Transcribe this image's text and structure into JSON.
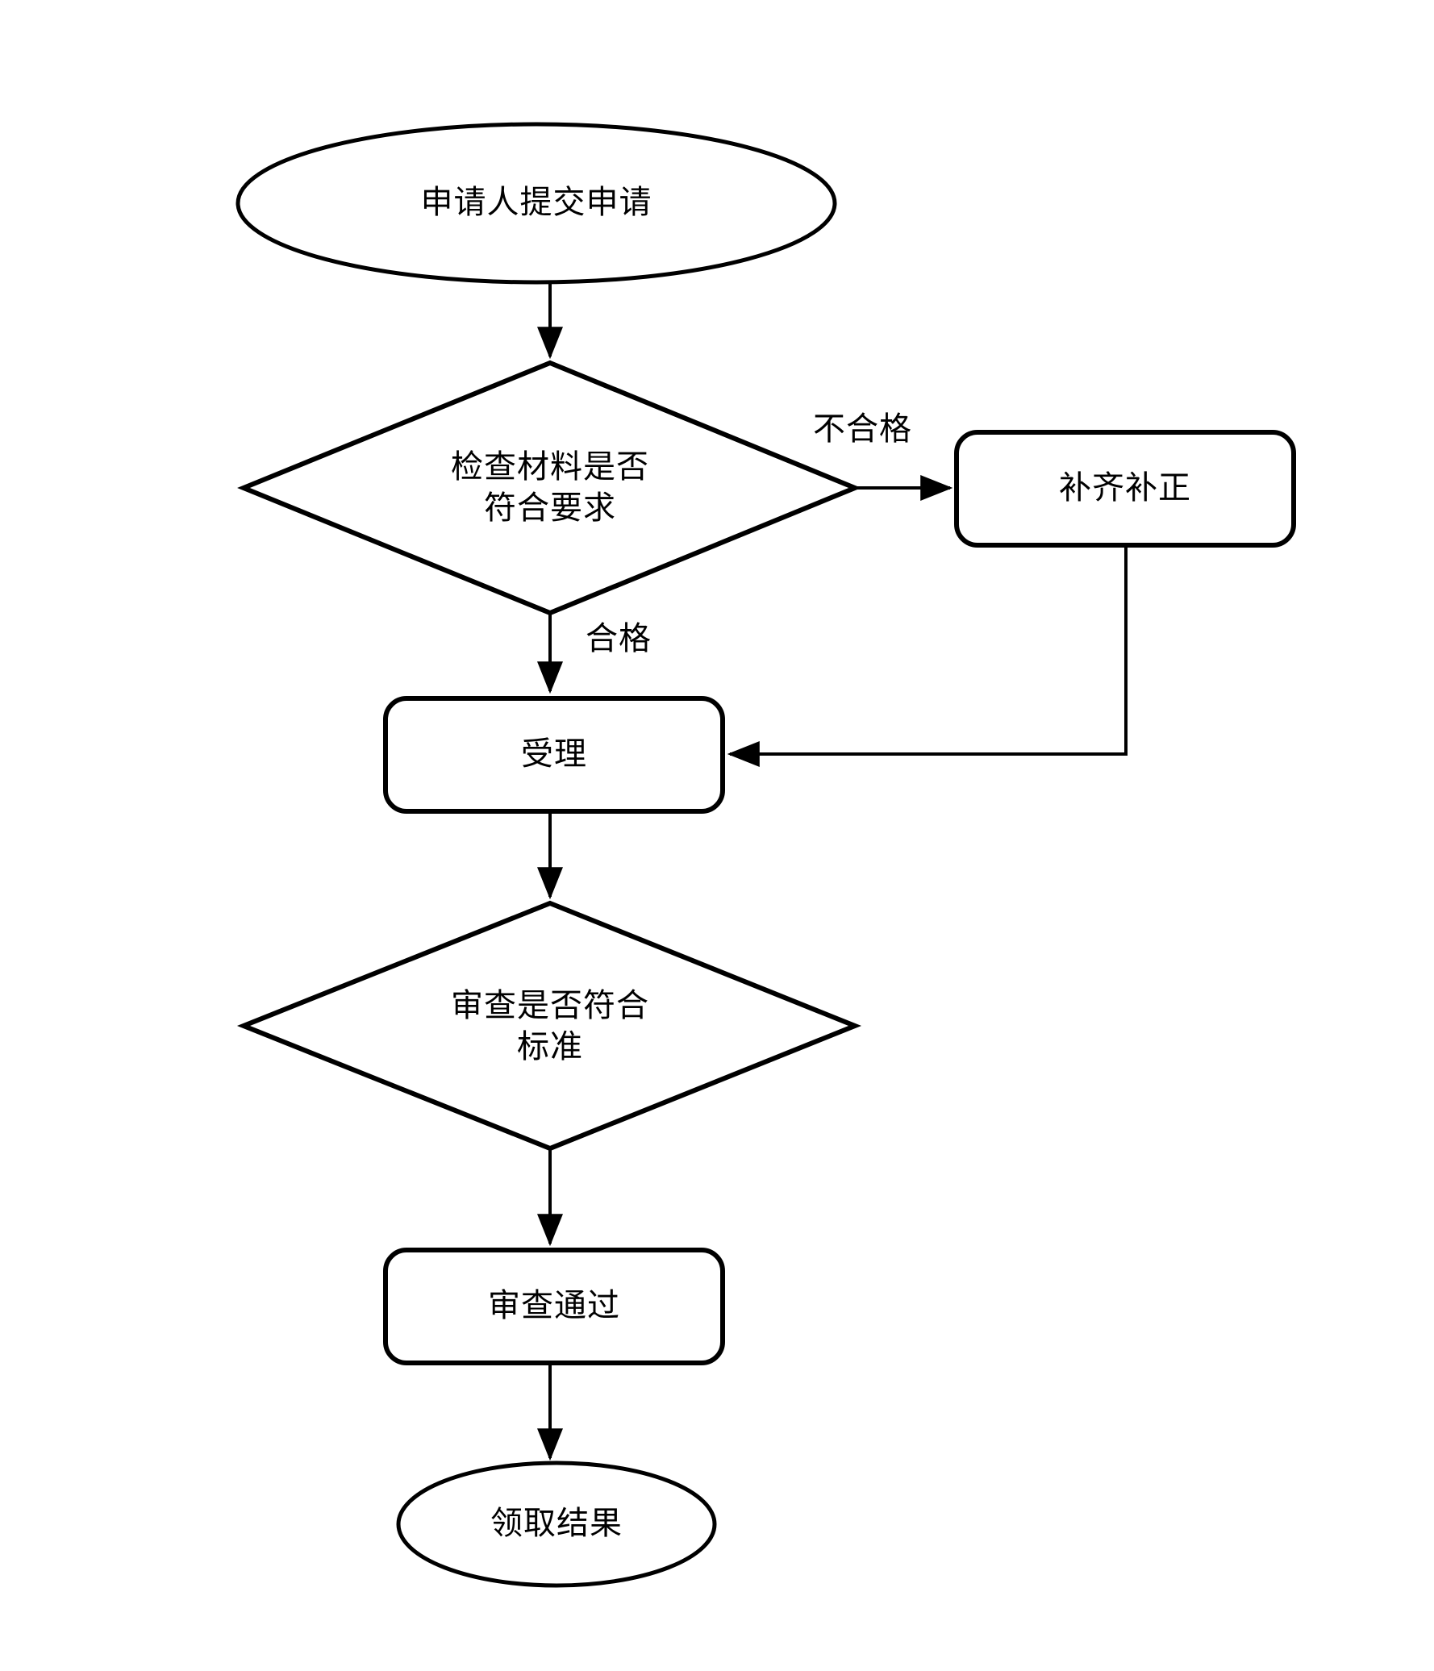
{
  "diagram": {
    "type": "flowchart",
    "orientation": "top-to-bottom",
    "background_color": "#ffffff",
    "stroke_color": "#000000",
    "text_color": "#000000",
    "nodes": [
      {
        "id": "start",
        "shape": "ellipse",
        "label": "申请人提交申请",
        "lines": [
          "申请人提交申请"
        ]
      },
      {
        "id": "check_materials",
        "shape": "diamond",
        "label": "检查材料是否符合要求",
        "lines": [
          "检查材料是否",
          "符合要求"
        ]
      },
      {
        "id": "supplement",
        "shape": "rounded-rect",
        "label": "补齐补正",
        "lines": [
          "补齐补正"
        ]
      },
      {
        "id": "accept",
        "shape": "rounded-rect",
        "label": "受理",
        "lines": [
          "受理"
        ]
      },
      {
        "id": "review_standard",
        "shape": "diamond",
        "label": "审查是否符合标准",
        "lines": [
          "审查是否符合",
          "标准"
        ]
      },
      {
        "id": "review_passed",
        "shape": "rounded-rect",
        "label": "审查通过",
        "lines": [
          "审查通过"
        ]
      },
      {
        "id": "collect_result",
        "shape": "ellipse",
        "label": "领取结果",
        "lines": [
          "领取结果"
        ]
      }
    ],
    "edges": [
      {
        "id": "e1",
        "from": "start",
        "to": "check_materials",
        "label": ""
      },
      {
        "id": "e2",
        "from": "check_materials",
        "to": "supplement",
        "label": "不合格"
      },
      {
        "id": "e3",
        "from": "check_materials",
        "to": "accept",
        "label": "合格"
      },
      {
        "id": "e4",
        "from": "supplement",
        "to": "accept",
        "label": ""
      },
      {
        "id": "e5",
        "from": "accept",
        "to": "review_standard",
        "label": ""
      },
      {
        "id": "e6",
        "from": "review_standard",
        "to": "review_passed",
        "label": ""
      },
      {
        "id": "e7",
        "from": "review_passed",
        "to": "collect_result",
        "label": ""
      }
    ],
    "edge_labels": {
      "not_qualified": "不合格",
      "qualified": "合格"
    }
  }
}
